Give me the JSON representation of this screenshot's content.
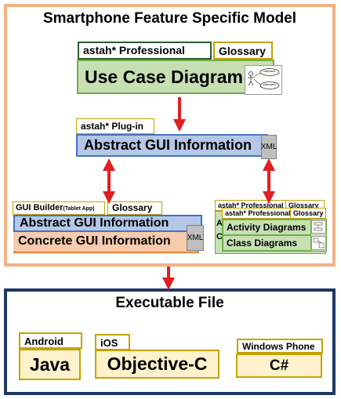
{
  "top_frame": {
    "title": "Smartphone Feature Specific Model"
  },
  "use_case": {
    "tab_tool": "astah* Professional",
    "tab_glossary": "Glossary",
    "label": "Use Case Diagram",
    "mini": [
      "Usecase1",
      "Usecase2"
    ]
  },
  "plugin": {
    "tab": "astah* Plug-in",
    "label": "Abstract GUI Information",
    "doc": "XML"
  },
  "gui_builder": {
    "tab_tool": "GUI Builder",
    "tab_tool_note": "(Tablet App)",
    "tab_glossary": "Glossary",
    "abstract": "Abstract GUI Information",
    "concrete": "Concrete GUI Information",
    "doc": "XML"
  },
  "astah_stack": {
    "tab_tool": "astah* Professional",
    "tab_glossary": "Glossary",
    "back_letters": [
      "A",
      "C"
    ],
    "activity": "Activity Diagrams",
    "class": "Class Diagrams"
  },
  "bottom_frame": {
    "title": "Executable File"
  },
  "android": {
    "tab": "Android",
    "label": "Java"
  },
  "ios": {
    "tab": "iOS",
    "label": "Objective-C"
  },
  "windows": {
    "tab": "Windows Phone",
    "label": "C#"
  },
  "colors": {
    "orange_frame": "#f4b183",
    "navy_frame": "#1f3864",
    "green": "#c6e0b4",
    "blue": "#b4c7e7",
    "peach": "#f8cbad",
    "yellow": "#fff2cc",
    "arrow_red": "#e02020"
  }
}
